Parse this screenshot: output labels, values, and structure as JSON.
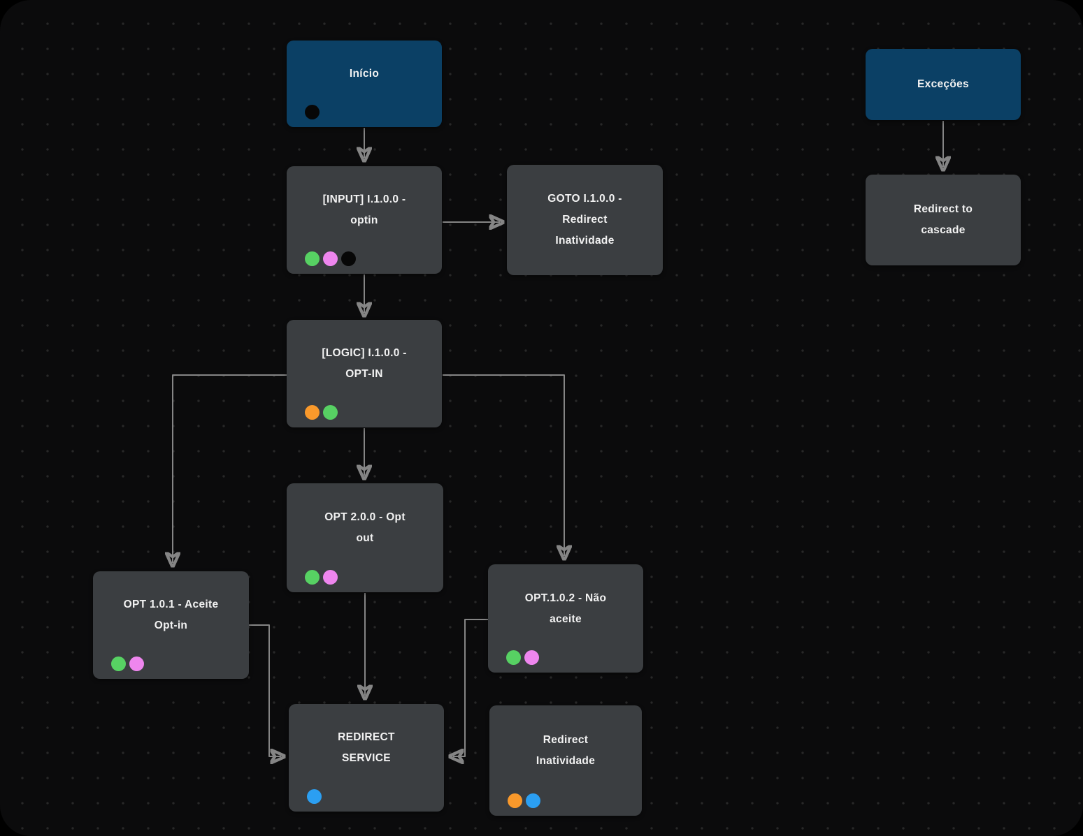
{
  "app": {
    "view": "flow-editor-canvas"
  },
  "palette": {
    "canvas_background": "#0b0b0c",
    "grid_dot": "#282828",
    "node_gray": "#3b3e41",
    "node_blue": "#0b4065",
    "edge_gray": "#858585",
    "text": "#f2f2f2",
    "port_green": "#57d163",
    "port_pink": "#ee86ee",
    "port_black": "#070707",
    "port_orange": "#f9992b",
    "port_blue": "#2b9ff2"
  },
  "nodes": [
    {
      "id": "inicio",
      "label": "Início",
      "variant": "start",
      "ports": [
        "black"
      ]
    },
    {
      "id": "input-i100-optin",
      "label": "[INPUT] I.1.0.0 -\noptin",
      "variant": "step",
      "ports": [
        "green",
        "pink",
        "black"
      ]
    },
    {
      "id": "goto-i100-redirect",
      "label": "GOTO I.1.0.0 -\nRedirect\nInatividade",
      "variant": "step",
      "ports": []
    },
    {
      "id": "logic-i100-opt-in",
      "label": "[LOGIC] I.1.0.0 -\nOPT-IN",
      "variant": "step",
      "ports": [
        "orange",
        "green"
      ]
    },
    {
      "id": "opt-200-opt-out",
      "label": "OPT 2.0.0 - Opt\nout",
      "variant": "step",
      "ports": [
        "green",
        "pink"
      ]
    },
    {
      "id": "opt-101-aceite-opt-in",
      "label": "OPT 1.0.1 - Aceite\nOpt-in",
      "variant": "step",
      "ports": [
        "green",
        "pink"
      ]
    },
    {
      "id": "opt-102-nao-aceite",
      "label": "OPT.1.0.2 - Não\naceite",
      "variant": "step",
      "ports": [
        "green",
        "pink"
      ]
    },
    {
      "id": "redirect-service",
      "label": "REDIRECT\nSERVICE",
      "variant": "step",
      "ports": [
        "blue"
      ]
    },
    {
      "id": "redirect-inatividade",
      "label": "Redirect\nInatividade",
      "variant": "step",
      "ports": [
        "orange",
        "blue"
      ]
    },
    {
      "id": "excecoes",
      "label": "Exceções",
      "variant": "start",
      "ports": []
    },
    {
      "id": "redirect-to-cascade",
      "label": "Redirect to\ncascade",
      "variant": "step",
      "ports": []
    }
  ],
  "edges": [
    {
      "from": "inicio",
      "to": "input-i100-optin"
    },
    {
      "from": "input-i100-optin",
      "to": "goto-i100-redirect"
    },
    {
      "from": "input-i100-optin",
      "to": "logic-i100-opt-in"
    },
    {
      "from": "logic-i100-opt-in",
      "to": "opt-101-aceite-opt-in"
    },
    {
      "from": "logic-i100-opt-in",
      "to": "opt-200-opt-out"
    },
    {
      "from": "logic-i100-opt-in",
      "to": "opt-102-nao-aceite"
    },
    {
      "from": "opt-200-opt-out",
      "to": "redirect-service"
    },
    {
      "from": "opt-101-aceite-opt-in",
      "to": "redirect-service"
    },
    {
      "from": "opt-102-nao-aceite",
      "to": "redirect-service"
    },
    {
      "from": "excecoes",
      "to": "redirect-to-cascade"
    }
  ]
}
